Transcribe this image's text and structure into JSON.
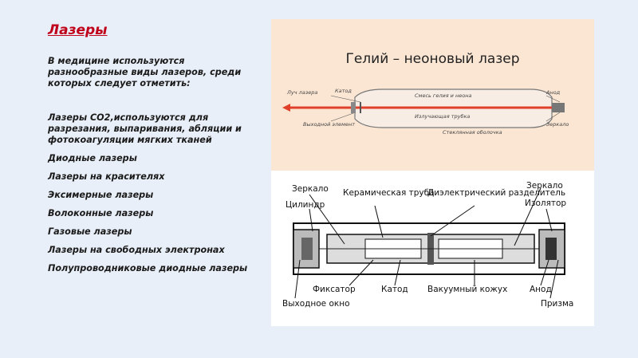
{
  "title": "Лазеры",
  "intro": "В медицине используются разнообразные виды лазеров, среди которых следует отметить:",
  "items": [
    "Лазеры СО2,используются для разрезания, выпаривания, абляции и фотокоагуляции мягких тканей",
    "Диодные лазеры",
    "Лазеры на красителях",
    "Эксимерные лазеры",
    "Волоконные лазеры",
    "Газовые лазеры",
    "Лазеры на свободных электронах",
    "Полупроводниковые диодные лазеры"
  ],
  "figure1": {
    "title": "Гелий – неоновый  лазер",
    "labels": {
      "beam": "Луч лазера",
      "cathode": "Катод",
      "mixture": "Смесь гелия и неона",
      "tube": "Излучающая трубка",
      "shell": "Стеклянная оболочка",
      "anode": "Анод",
      "mirror": "Зеркало",
      "output": "Выходной элемент"
    }
  },
  "figure2": {
    "labels": {
      "mirror_left": "Зеркало",
      "cylinder": "Цилиндр",
      "ceramic": "Керамическая труба",
      "dielectric": "Диэлектрический разделитель",
      "mirror_right": "Зеркало",
      "insulator": "Изолятор",
      "fixator": "Фиксатор",
      "cathode": "Катод",
      "vacuum": "Вакуумный кожух",
      "anode": "Анод",
      "prism": "Призма",
      "window": "Выходное окно"
    }
  },
  "colors": {
    "title": "#c0001a",
    "beam": "#e0402a",
    "fig1_bg": "#fbe6d3"
  }
}
